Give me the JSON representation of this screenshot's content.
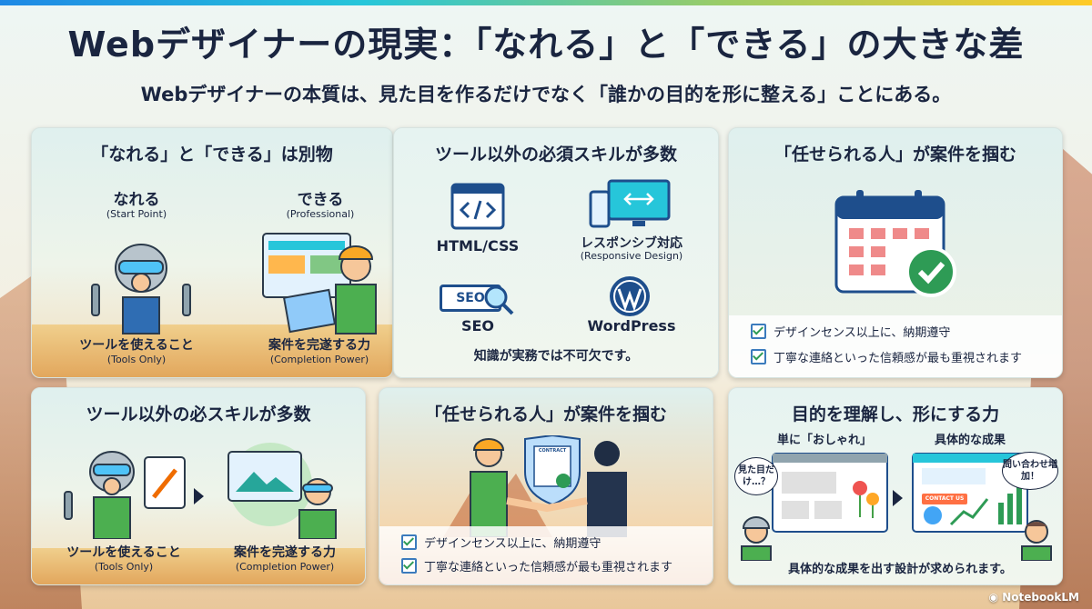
{
  "title": "Webデザイナーの現実：「なれる」と「できる」の大きな差",
  "subtitle": "Webデザイナーの本質は、見た目を作るだけでなく「誰かの目的を形に整える」ことにある。",
  "panel1": {
    "title": "「なれる」と「できる」は別物",
    "left_head": "なれる",
    "left_head_sub": "(Start Point)",
    "right_head": "できる",
    "right_head_sub": "(Professional)",
    "left_caption": "ツールを使えること",
    "left_caption_sub": "(Tools Only)",
    "right_caption": "案件を完遂する力",
    "right_caption_sub": "(Completion Power)"
  },
  "panel2": {
    "title": "ツール以外の必須スキルが多数",
    "skill1": "HTML/CSS",
    "skill2": "レスポンシブ対応",
    "skill2_sub": "(Responsive Design)",
    "skill3": "SEO",
    "skill3_icon_text": "SEO",
    "skill4": "WordPress",
    "footer": "知識が実務では不可欠です。"
  },
  "panel3": {
    "title": "「任せられる人」が案件を掴む",
    "check1": "デザインセンス以上に、納期遵守",
    "check2": "丁寧な連絡といった信頼感が最も重視されます"
  },
  "panel4": {
    "title": "ツール以外の必スキルが多数",
    "left_caption": "ツールを使えること",
    "left_caption_sub": "(Tools Only)",
    "right_caption": "案件を完遂する力",
    "right_caption_sub": "(Completion Power)"
  },
  "panel5": {
    "title": "「任せられる人」が案件を掴む",
    "contract_label": "CONTRACT",
    "check1": "デザインセンス以上に、納期遵守",
    "check2": "丁寧な連絡といった信頼感が最も重視されます"
  },
  "panel6": {
    "title": "目的を理解し、形にする力",
    "left_head": "単に「おしゃれ」",
    "right_head": "具体的な成果",
    "bubble_left": "見た目だけ…？",
    "bubble_right": "問い合わせ増加！",
    "contact_label": "CONTACT US",
    "footer": "具体的な成果を出す設計が求められます。"
  },
  "brand": "NotebookLM",
  "colors": {
    "accent_blue": "#3b7bbd",
    "accent_green": "#2e9b55",
    "text_dark": "#1a2540"
  }
}
